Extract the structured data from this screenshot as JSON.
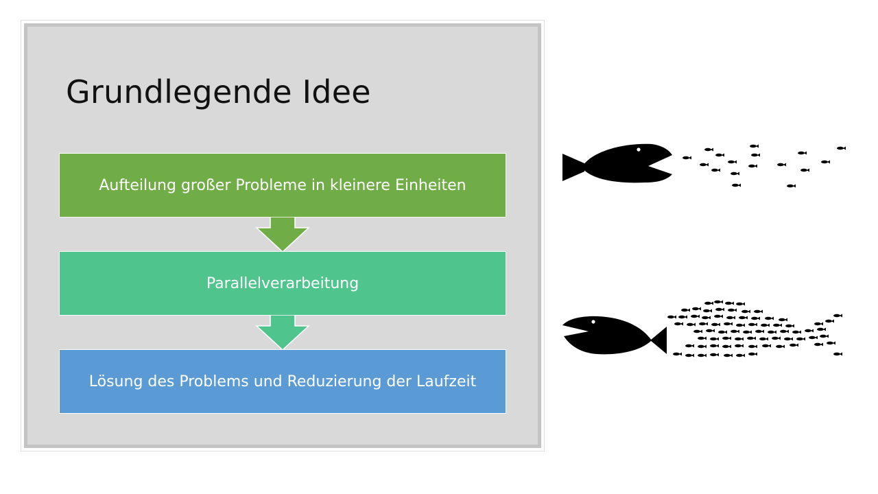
{
  "slide": {
    "title": "Grundlegende Idee"
  },
  "flow": {
    "steps": [
      {
        "label": "Aufteilung großer Probleme in kleinere Einheiten",
        "color": "#70ad47"
      },
      {
        "label": "Parallelverarbeitung",
        "color": "#4fc58d"
      },
      {
        "label": "Lösung des Problems und Reduzierung der Laufzeit",
        "color": "#5b9bd5"
      }
    ]
  },
  "illustration": {
    "top": "big-fish-chasing-scattered-small-fish-icon",
    "bottom": "school-of-small-fish-forming-big-fish-icon"
  }
}
